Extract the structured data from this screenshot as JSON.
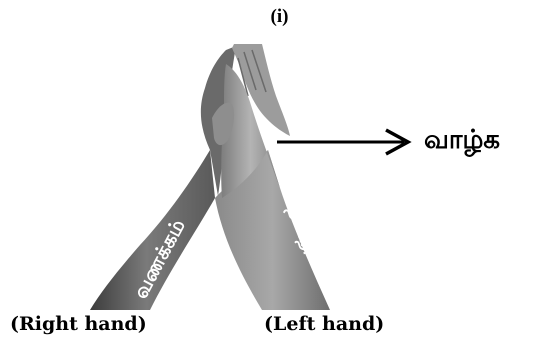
{
  "panel_label": "(i)",
  "arrow_label": "வாழ்க",
  "right_arm_text": "வணக்கம்",
  "left_arm_text": "நன்றி",
  "right_hand_caption": "(Right hand)",
  "left_hand_caption": "(Left hand)"
}
